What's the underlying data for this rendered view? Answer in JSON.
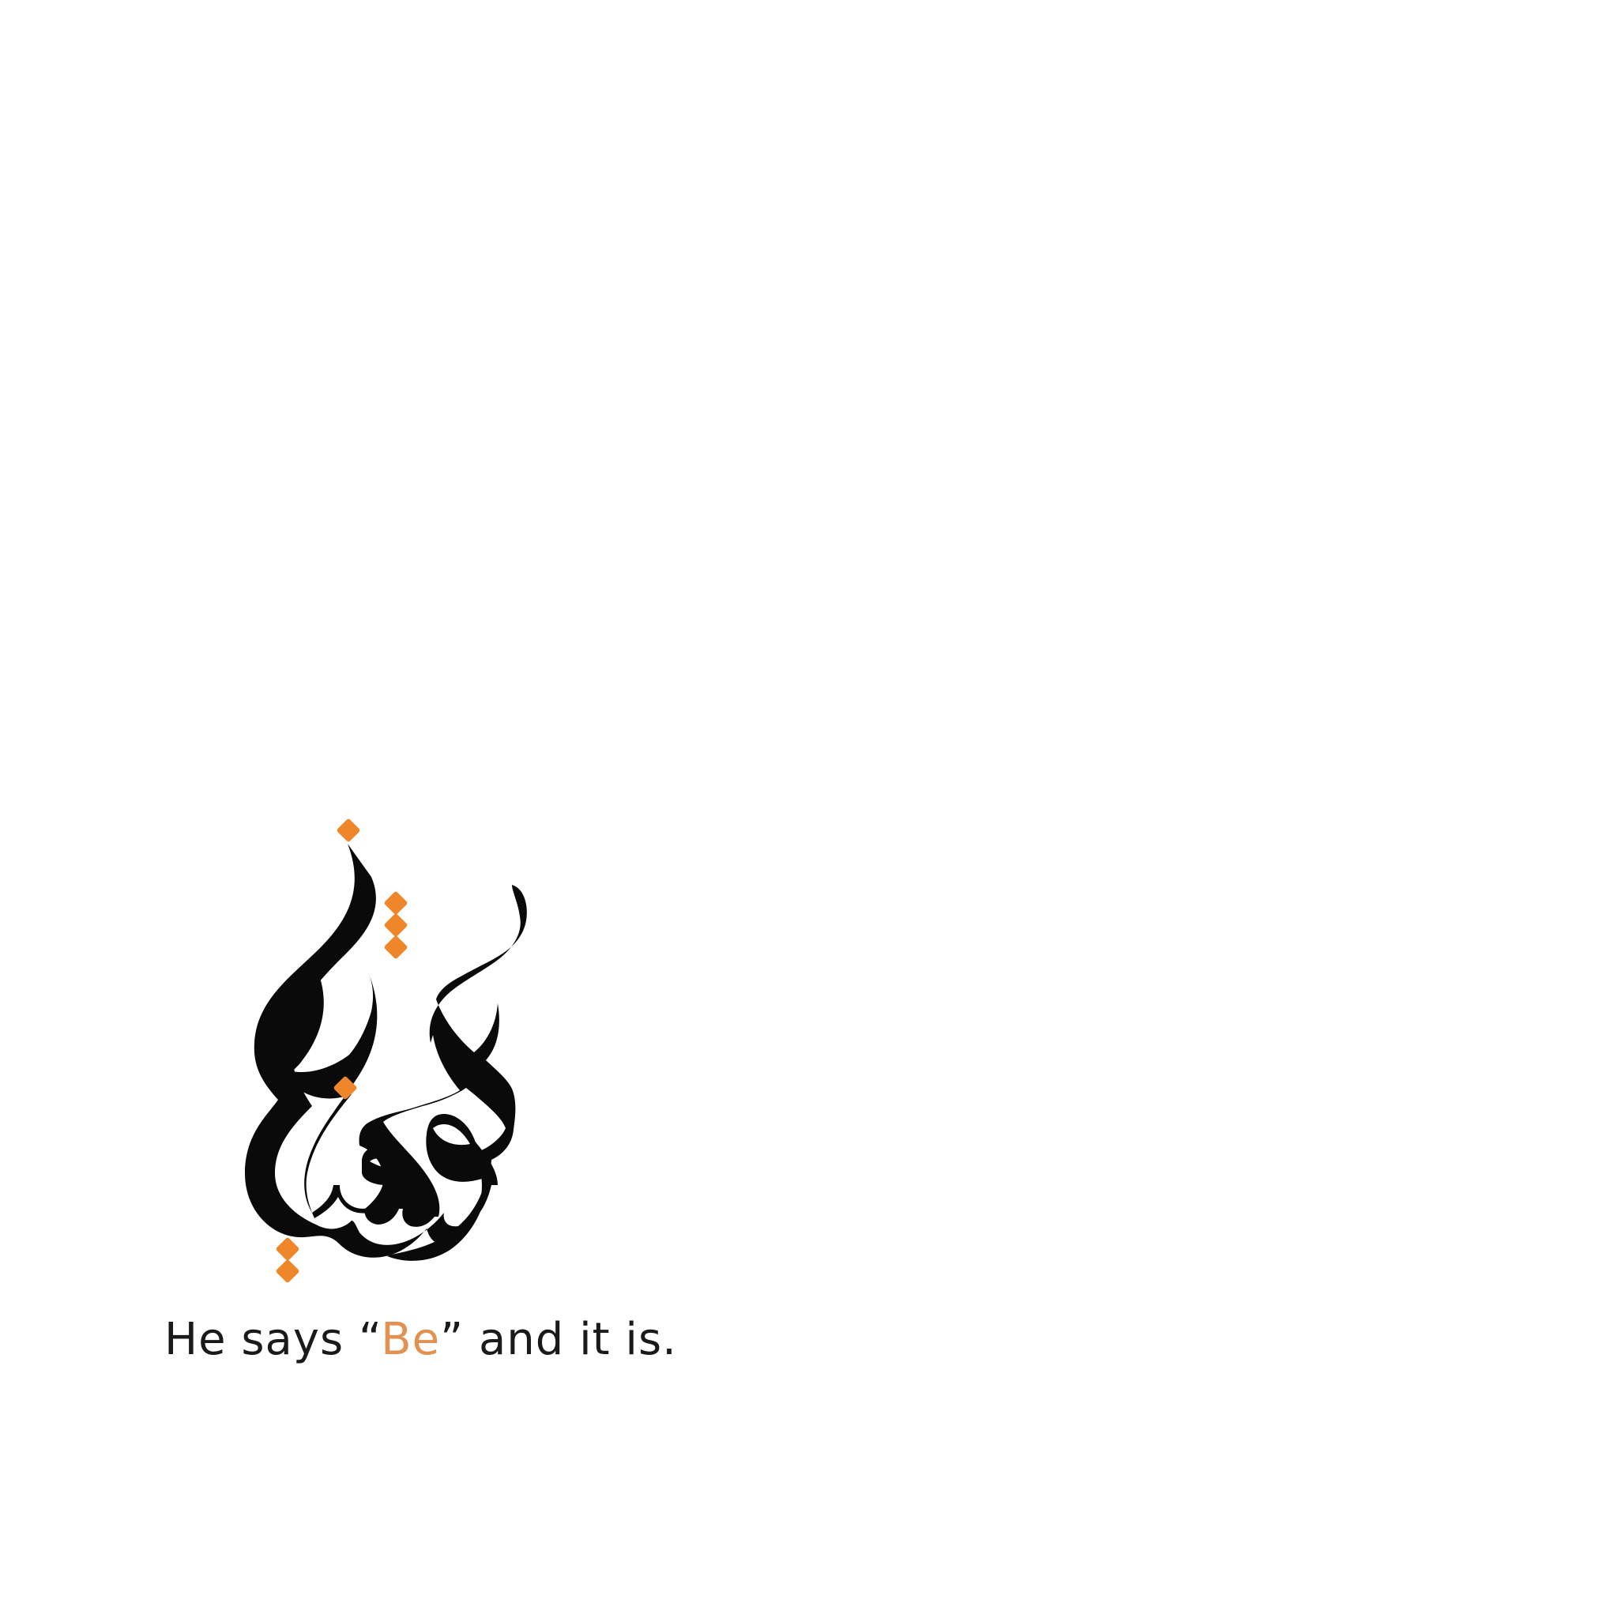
{
  "artwork": {
    "calligraphy": "كُن فَيَكُونُ",
    "colors": {
      "ink": "#0a0a0a",
      "accent": "#f0862a"
    }
  },
  "caption": {
    "before": "He says “",
    "highlight": "Be",
    "after": "” and it is.",
    "highlight_color": "#e39150"
  }
}
